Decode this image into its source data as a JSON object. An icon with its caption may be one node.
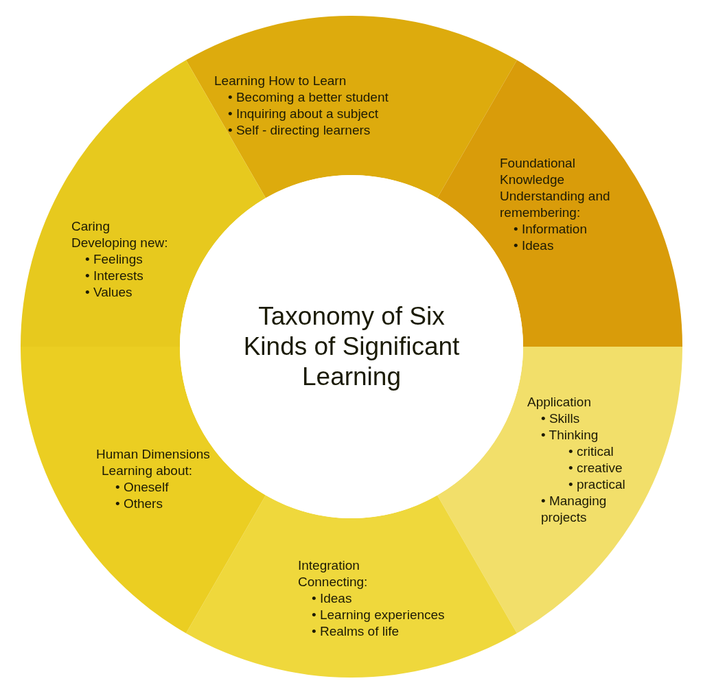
{
  "diagram": {
    "nodes": [
      {
        "text": [
          "Taxonomy of Six Kinds of Significant Learning"
        ]
      },
      {
        "text": [
          "Learning How to Learn",
          "• Becoming a better student",
          "• Inquiring about a subject",
          "• Self - directing learners"
        ]
      },
      {
        "text": [
          "Foundational Knowledge",
          "Understanding and remembering:",
          "• Information",
          "• Ideas"
        ]
      },
      {
        "text": [
          "Application",
          "• Skills",
          "• Thinking",
          "• critical",
          "• creative",
          "• practical",
          "• Managing projects"
        ]
      },
      {
        "text": [
          "Integration",
          "Connecting:",
          "• Ideas",
          "• Learning experiences",
          "• Realms of life"
        ]
      },
      {
        "text": [
          "Human Dimensions",
          "Learning about:",
          "• Oneself",
          "• Others"
        ]
      },
      {
        "text": [
          "Caring",
          "Developing new:",
          "• Feelings",
          "• Interests",
          "• Values"
        ]
      }
    ],
    "edges": []
  }
}
